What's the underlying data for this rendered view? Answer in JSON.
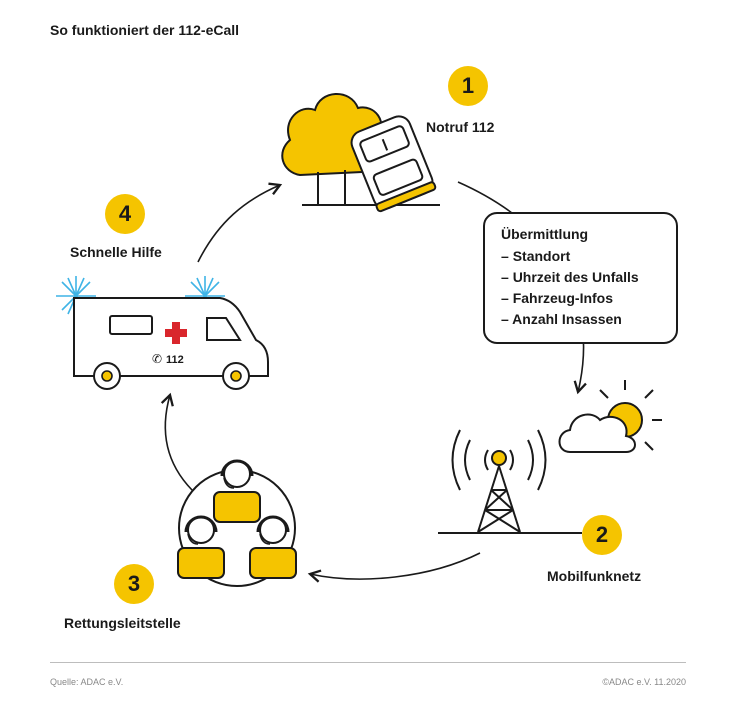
{
  "title": "So funktioniert der 112-eCall",
  "steps": [
    {
      "number": "1",
      "label": "Notruf 112"
    },
    {
      "number": "2",
      "label": "Mobilfunknetz"
    },
    {
      "number": "3",
      "label": "Rettungsleitstelle"
    },
    {
      "number": "4",
      "label": "Schnelle Hilfe"
    }
  ],
  "transmission": {
    "heading": "Übermittlung",
    "items": [
      "Standort",
      "Uhrzeit des Unfalls",
      "Fahrzeug-Infos",
      "Anzahl Insassen"
    ]
  },
  "ambulance": {
    "phone_label": "112"
  },
  "footer": {
    "source": "Quelle: ADAC e.V.",
    "copyright": "©ADAC e.V.  11.2020"
  },
  "colors": {
    "accent": "#f5c400",
    "siren": "#3fb4e6",
    "cross": "#d9262c",
    "line": "#1a1a1a"
  }
}
